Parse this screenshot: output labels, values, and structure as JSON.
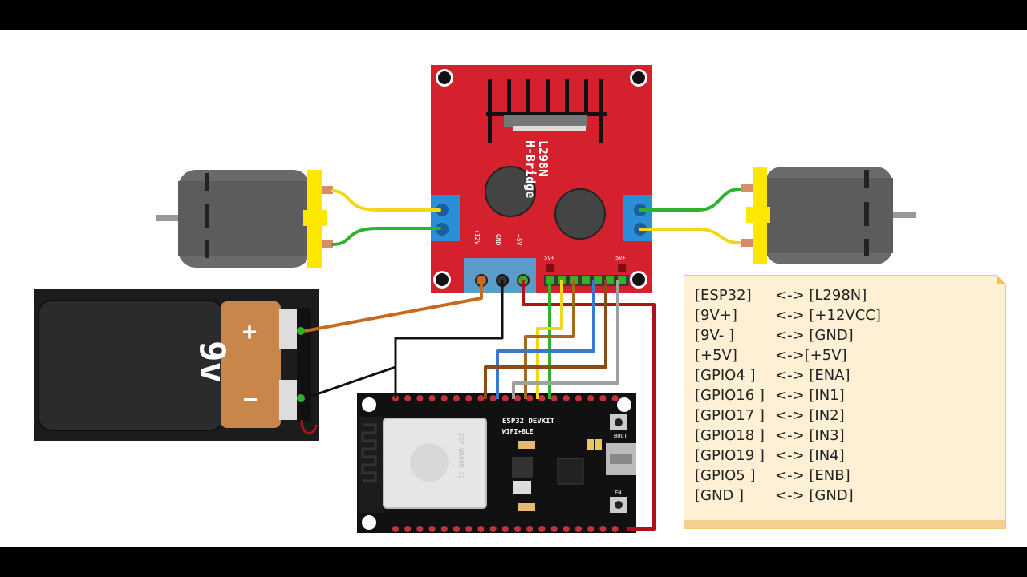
{
  "module": {
    "name": "L298N",
    "subtitle": "H-Bridge",
    "power_labels": [
      "+12V",
      "GND",
      "+5V"
    ],
    "jumper_left": "5V+",
    "jumper_right": "5V+"
  },
  "battery": {
    "label": "9v",
    "plus": "+",
    "minus": "−"
  },
  "esp32": {
    "title": "ESP32 DEVKIT",
    "subtitle": "WIFI+BLE",
    "boot_label": "BOOT",
    "en_label": "EN",
    "chip_label": "ESP-WROOM-32"
  },
  "wiring_table": [
    {
      "left": "[ESP32]",
      "right": "<-> [L298N]"
    },
    {
      "left": "[9V+]",
      "right": "<-> [+12VCC]"
    },
    {
      "left": "[9V- ]",
      "right": "<-> [GND]"
    },
    {
      "left": "[+5V]",
      "right": "<->[+5V]"
    },
    {
      "left": "[GPIO4 ]",
      "right": "<-> [ENA]"
    },
    {
      "left": "[GPIO16 ]",
      "right": "<-> [IN1]"
    },
    {
      "left": "[GPIO17 ]",
      "right": "<-> [IN2]"
    },
    {
      "left": "[GPIO18 ]",
      "right": "<-> [IN3]"
    },
    {
      "left": "[GPIO19 ]",
      "right": "<-> [IN4]"
    },
    {
      "left": "[GPIO5 ]",
      "right": "<-> [ENB]"
    },
    {
      "left": "[GND ]",
      "right": "<-> [GND]"
    }
  ],
  "colors": {
    "module_red": "#d5202e",
    "battery_body": "#2b2b2b",
    "battery_cap": "#c8864a",
    "motor_gray": "#666666",
    "motor_cap": "#ffe800",
    "wire_orange": "#c8691c",
    "wire_black": "#111111",
    "wire_red": "#b0121b",
    "wire_green": "#2fb32f",
    "wire_yellow": "#f2d61a",
    "wire_blue": "#3a78c8",
    "wire_brown": "#8b4a16",
    "wire_gray": "#a0a0a0",
    "board_black": "#111111",
    "note_bg": "#fdf0d4"
  }
}
